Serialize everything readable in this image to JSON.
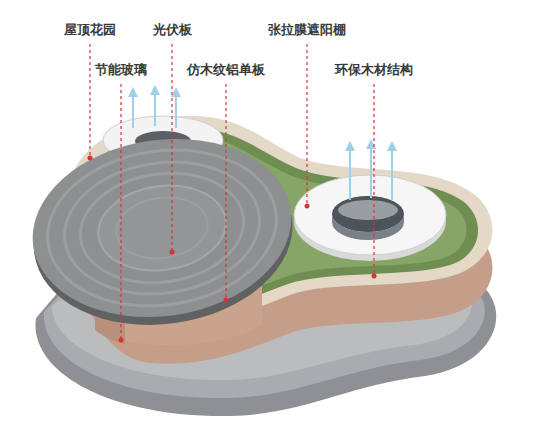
{
  "diagram": {
    "labels": [
      "屋顶花园",
      "光伏板",
      "张拉膜遮阳棚",
      "节能玻璃",
      "仿木纹铝单板",
      "环保木材结构"
    ]
  }
}
